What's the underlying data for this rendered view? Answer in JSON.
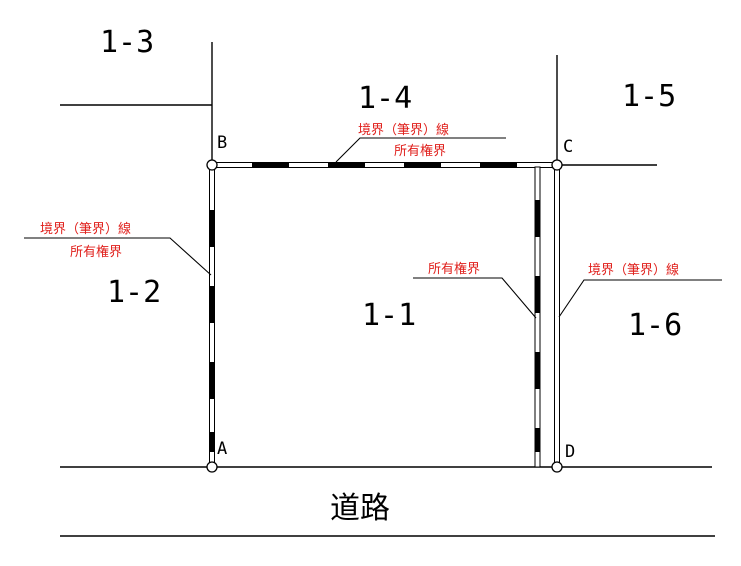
{
  "colors": {
    "line": "#000000",
    "annotation": "#e0201c",
    "background": "#ffffff"
  },
  "parcels": {
    "p1_1": "1-1",
    "p1_2": "1-2",
    "p1_3": "1-3",
    "p1_4": "1-4",
    "p1_5": "1-5",
    "p1_6": "1-6"
  },
  "points": {
    "A": "A",
    "B": "B",
    "C": "C",
    "D": "D"
  },
  "annotations": {
    "top_parcel_boundary": "境界（筆界）線",
    "top_ownership_boundary": "所有権界",
    "left_parcel_boundary": "境界（筆界）線",
    "left_ownership_boundary": "所有権界",
    "middle_ownership_boundary": "所有権界",
    "right_parcel_boundary": "境界（筆界）線"
  },
  "road_label": "道路"
}
